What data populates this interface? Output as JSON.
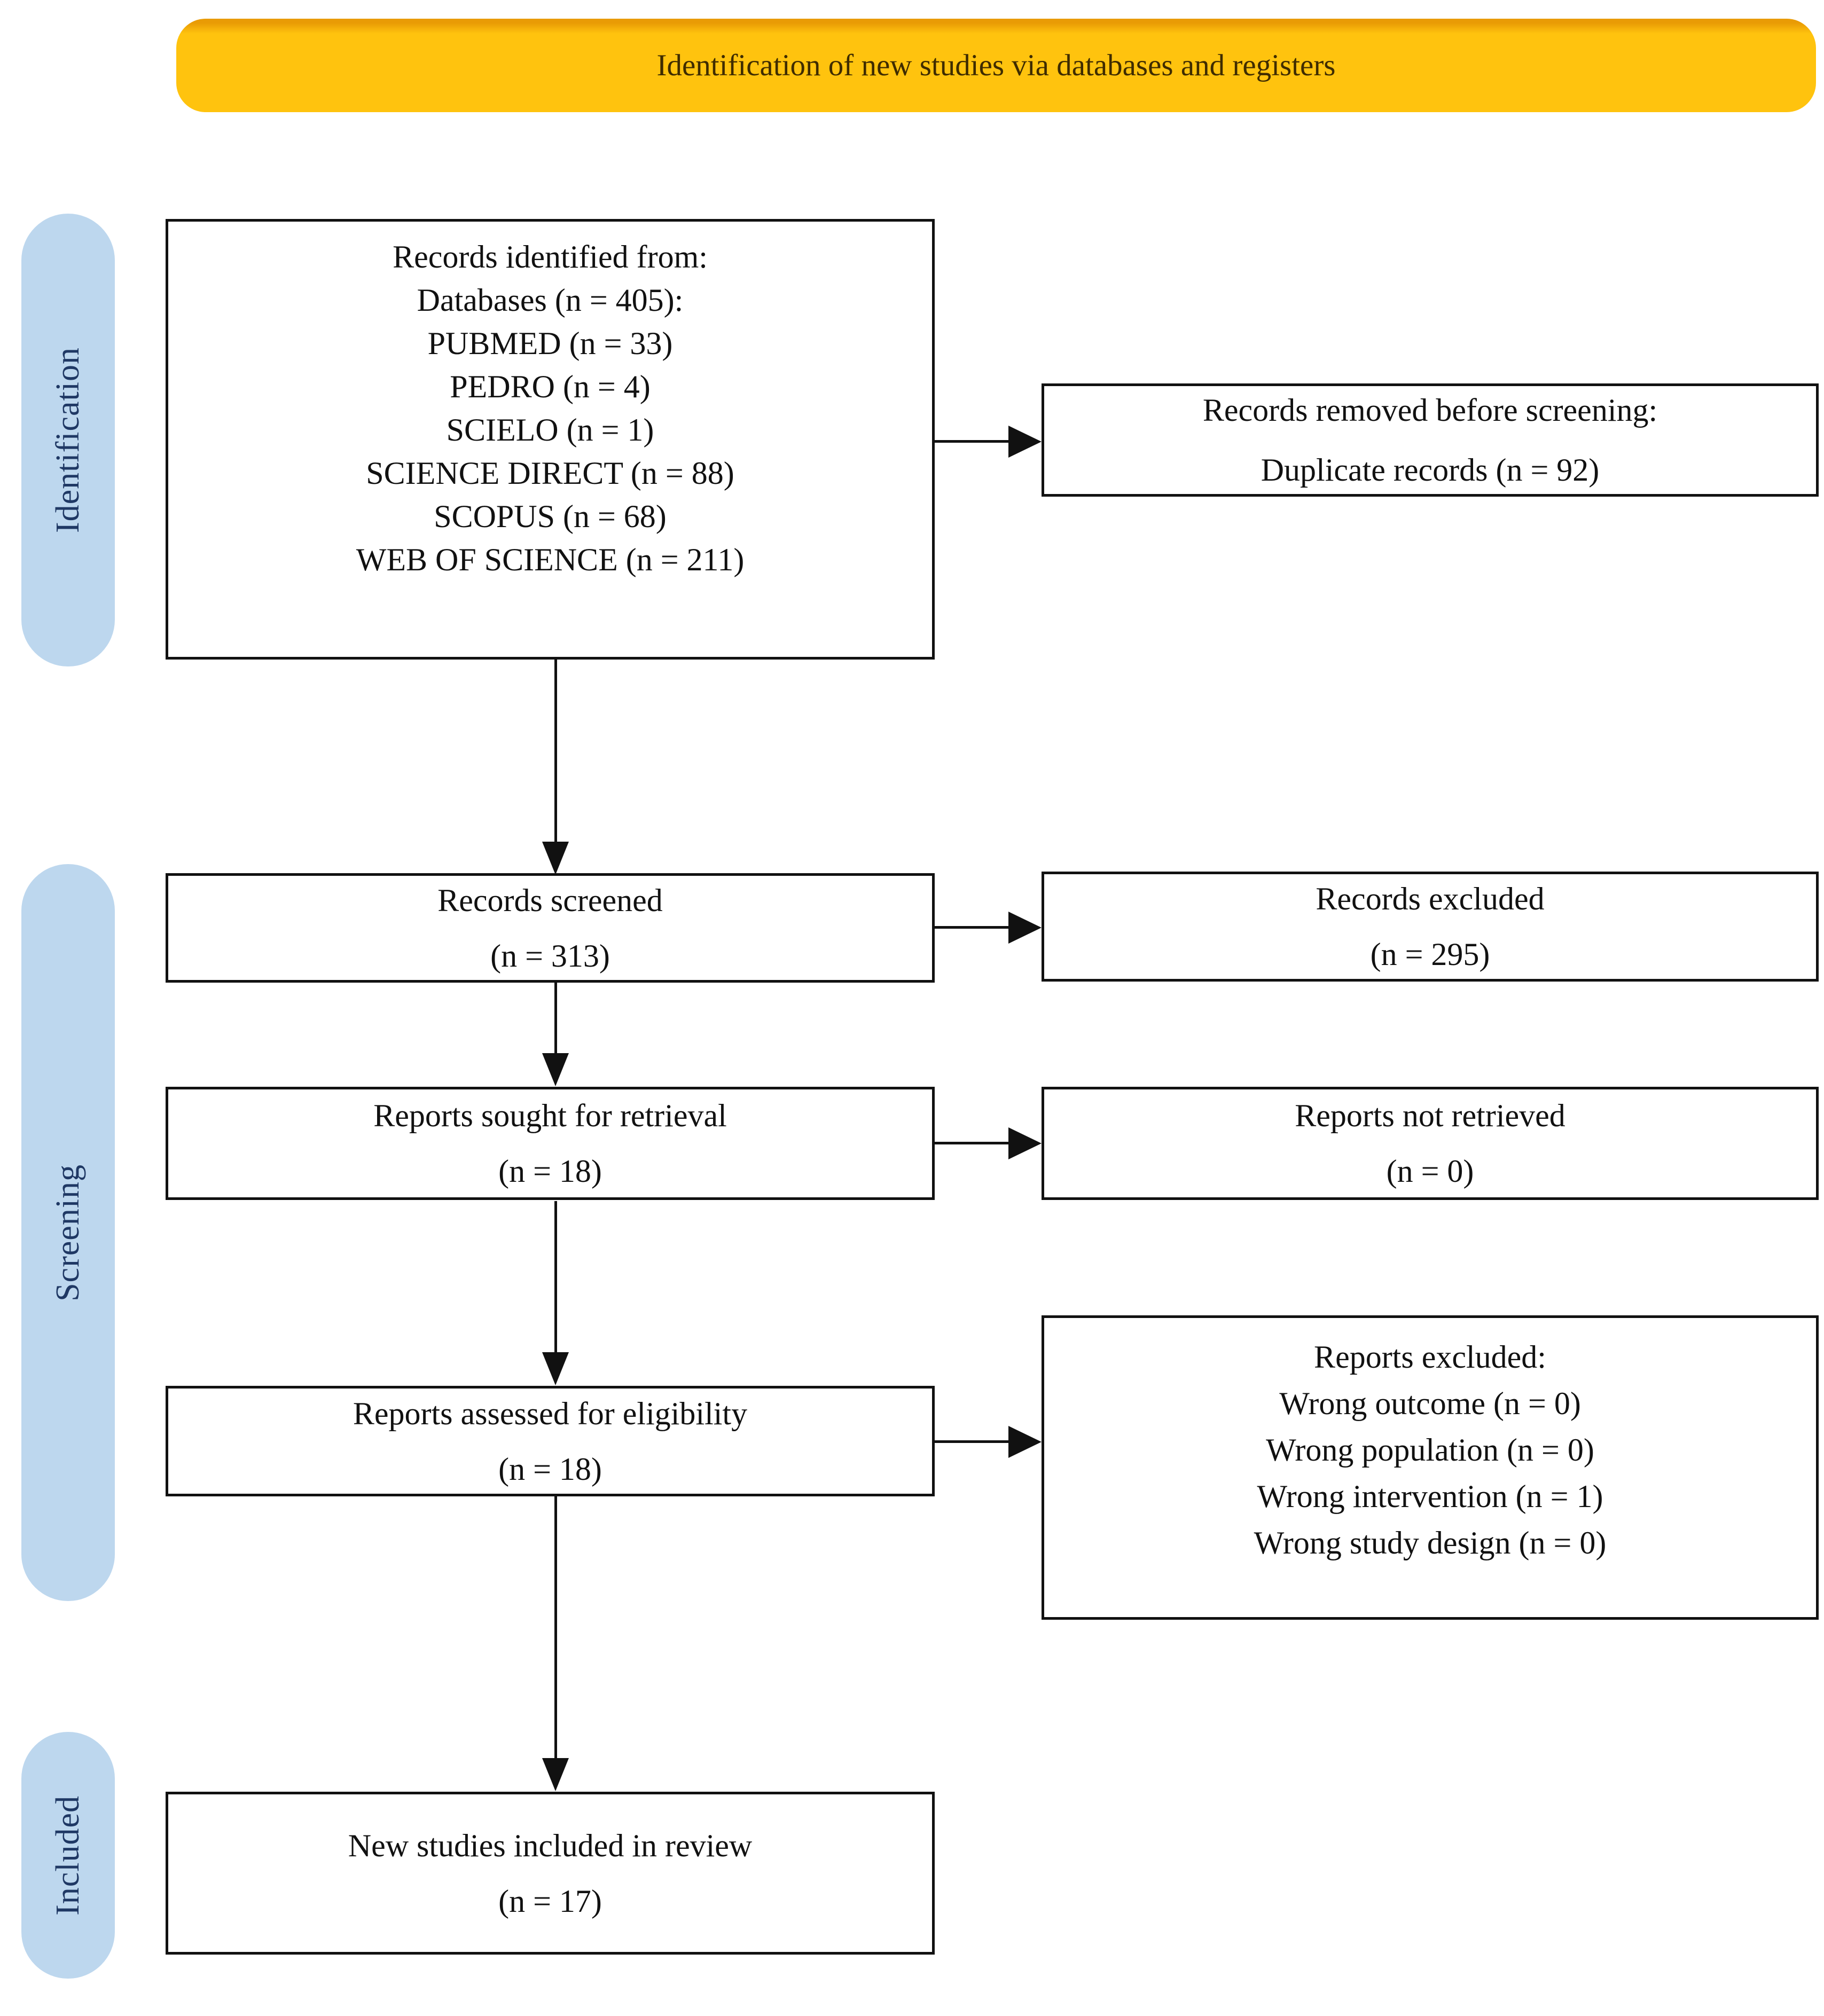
{
  "colors": {
    "banner-bg": "#ffc30e",
    "banner-bg-dark": "#e99b05",
    "banner-text": "#3f2c00",
    "pill-bg": "#bdd7ee",
    "pill-text": "#1f3864",
    "box-border": "#111111",
    "arrow": "#111111",
    "box-text": "#111111"
  },
  "banner": {
    "title": "Identification of new studies via databases and registers"
  },
  "stages": {
    "identification": "Identification",
    "screening": "Screening",
    "included": "Included"
  },
  "boxes": {
    "identified": {
      "lines": [
        "Records identified from:",
        "Databases (n = 405):",
        "PUBMED (n = 33)",
        "PEDRO (n = 4)",
        "SCIELO (n = 1)",
        "SCIENCE DIRECT (n = 88)",
        "SCOPUS (n = 68)",
        "WEB OF SCIENCE (n = 211)"
      ]
    },
    "removed": {
      "lines": [
        "Records removed before screening:",
        "Duplicate records (n = 92)"
      ]
    },
    "screened": {
      "lines": [
        "Records screened",
        "(n = 313)"
      ]
    },
    "excluded": {
      "lines": [
        "Records excluded",
        "(n = 295)"
      ]
    },
    "sought": {
      "lines": [
        "Reports sought for retrieval",
        "(n = 18)"
      ]
    },
    "not_retrieved": {
      "lines": [
        "Reports not retrieved",
        "(n = 0)"
      ]
    },
    "assessed": {
      "lines": [
        "Reports assessed for eligibility",
        "(n = 18)"
      ]
    },
    "reports_excluded": {
      "lines": [
        "Reports excluded:",
        "Wrong outcome (n = 0)",
        "Wrong population (n = 0)",
        "Wrong intervention (n = 1)",
        "Wrong study design (n = 0)"
      ]
    },
    "included_review": {
      "lines": [
        "New studies included in review",
        "(n = 17)"
      ]
    }
  }
}
